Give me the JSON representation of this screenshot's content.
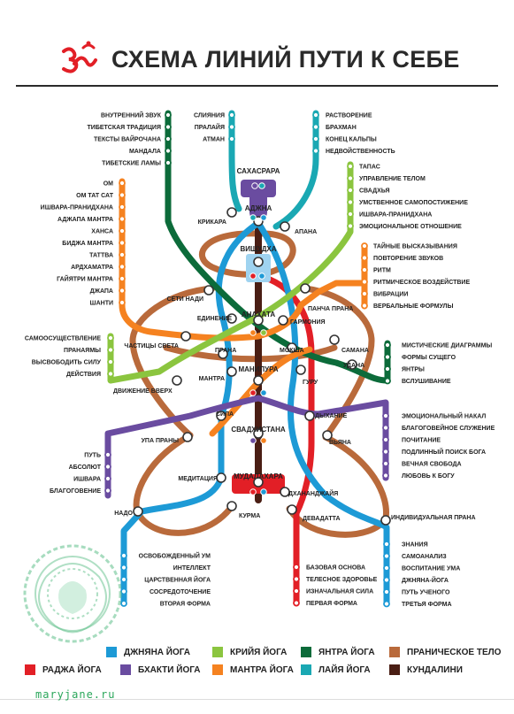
{
  "title": "СХЕМА ЛИНИЙ ПУТИ К СЕБЕ",
  "brand": "maryjane.ru",
  "colors": {
    "red": "#e21f26",
    "blue": "#1d9ad6",
    "purple": "#6a4ca0",
    "lime": "#8bc53f",
    "orange": "#f58220",
    "darkgreen": "#0c6b3a",
    "teal": "#1aa8b3",
    "brown": "#b96a3b",
    "darkbrown": "#4a1e14"
  },
  "stations": {
    "sahasrara": "САХАСРАРА",
    "adjna": "АДЖНА",
    "krikara": "КРИКАРА",
    "apana": "АПАНА",
    "vishuddha": "ВИЩУДХА",
    "seti_nadi": "СЕТИ НАДИ",
    "pancha_prana": "ПАНЧА ПРАНА",
    "edinenie": "ЕДИНЕНИЕ",
    "anahata": "АНАХАТА",
    "garmoniya": "ГАРМОНИЯ",
    "chastitsy_sveta": "ЧАСТИЦЫ СВЕТА",
    "prana": "ПРАНА",
    "moksha": "МОКША",
    "samana": "САМАНА",
    "mantra": "МАНТРА",
    "manipura": "МАНИПУРА",
    "guru": "ГУРУ",
    "udana": "УДАНА",
    "dvizhenie_vverh": "ДВИЖЕНИЕ ВВЕРХ",
    "sila": "СИЛА",
    "dyhanie": "ДЫХАНИЕ",
    "svadhistana": "СВАДХИСТАНА",
    "upa_prany": "УПА ПРАНЫ",
    "vyana": "ВЬЯНА",
    "meditatsiya": "МЕДИТАЦИЯ",
    "mudalahara": "МУДАЛАХАРА",
    "dhanandzhaya": "ДХАНАНДЖАЙЯ",
    "nado": "НАДО",
    "kurma": "КУРМА",
    "devadatta": "ДЕВАДАТТА",
    "individualnaya_prana": "ИНДИВИДУАЛЬНАЯ ПРАНА"
  },
  "branches": {
    "darkgreen_top": [
      "ВНУТРЕННИЙ ЗВУК",
      "ТИБЕТСКАЯ ТРАДИЦИЯ",
      "ТЕКСТЫ ВАЙРОЧАНА",
      "МАНДАЛА",
      "ТИБЕТСКИЕ ЛАМЫ"
    ],
    "teal_top": [
      "СЛИЯНИЯ",
      "ПРАЛАЙЯ",
      "АТМАН"
    ],
    "teal_right": [
      "РАСТВОРЕНИЕ",
      "БРАХМАН",
      "КОНЕЦ КАЛЬПЫ",
      "НЕДВОЙСТВЕННОСТЬ"
    ],
    "orange_left": [
      "ОМ",
      "ОМ ТАТ САТ",
      "ИШВАРА-ПРАНИДХАНА",
      "АДЖАПА МАНТРА",
      "ХАНСА",
      "БИДЖА МАНТРА",
      "ТАТТВА",
      "АРДХАМАТРА",
      "ГАЙЯТРИ МАНТРА",
      "ДЖАПА",
      "ШАНТИ"
    ],
    "lime_right": [
      "ТАПАС",
      "УПРАВЛЕНИЕ ТЕЛОМ",
      "СВАДХЬЯ",
      "УМСТВЕННОЕ САМОПОСТИЖЕНИЕ",
      "ИШВАРА-ПРАНИДХАНА",
      "ЭМОЦИОНАЛЬНОЕ ОТНОШЕНИЕ"
    ],
    "orange_right": [
      "ТАЙНЫЕ ВЫСКАЗЫВАНИЯ",
      "ПОВТОРЕНИЕ ЗВУКОВ",
      "РИТМ",
      "РИТМИЧЕСКОЕ ВОЗДЕЙСТВИЕ",
      "ВИБРАЦИИ",
      "ВЕРБАЛЬНЫЕ ФОРМУЛЫ"
    ],
    "lime_left": [
      "САМООСУЩЕСТВЛЕНИЕ",
      "ПРАНАЯМЫ",
      "ВЫСВОБОДИТЬ СИЛУ",
      "ДЕЙСТВИЯ"
    ],
    "darkgreen_right": [
      "МИСТИЧЕСКИЕ ДИАГРАММЫ",
      "ФОРМЫ СУЩЕГО",
      "ЯНТРЫ",
      "ВСЛУШИВАНИЕ"
    ],
    "purple_right": [
      "ЭМОЦИОНАЛЬНЫЙ НАКАЛ",
      "БЛАГОГОВЕЙНОЕ СЛУЖЕНИЕ",
      "ПОЧИТАНИЕ",
      "ПОДЛИННЫЙ ПОИСК БОГА",
      "ВЕЧНАЯ СВОБОДА",
      "ЛЮБОВЬ К БОГУ"
    ],
    "purple_left": [
      "ПУТЬ",
      "АБСОЛЮТ",
      "ИШВАРА",
      "БЛАГОГОВЕНИЕ"
    ],
    "blue_left": [
      "ОСВОБОЖДЕННЫЙ УМ",
      "ИНТЕЛЛЕКТ",
      "ЦАРСТВЕННАЯ ЙОГА",
      "СОСРЕДОТОЧЕНИЕ",
      "ВТОРАЯ ФОРМА"
    ],
    "red_bottom": [
      "БАЗОВАЯ ОСНОВА",
      "ТЕЛЕСНОЕ ЗДОРОВЬЕ",
      "ИЗНАЧАЛЬНАЯ СИЛА",
      "ПЕРВАЯ ФОРМА"
    ],
    "blue_right": [
      "ЗНАНИЯ",
      "САМОАНАЛИЗ",
      "ВОСПИТАНИЕ УМА",
      "ДЖНЯНА-ЙОГА",
      "ПУТЬ УЧЕНОГО",
      "ТРЕТЬЯ ФОРМА"
    ]
  },
  "legend": [
    {
      "label": "ДЖНЯНА ЙОГА",
      "color": "#1d9ad6"
    },
    {
      "label": "КРИЙЯ ЙОГА",
      "color": "#8bc53f"
    },
    {
      "label": "ЯНТРА ЙОГА",
      "color": "#0c6b3a"
    },
    {
      "label": "ПРАНИЧЕСКОЕ ТЕЛО",
      "color": "#b96a3b"
    },
    {
      "label": "РАДЖА ЙОГА",
      "color": "#e21f26"
    },
    {
      "label": "БХАКТИ ЙОГА",
      "color": "#6a4ca0"
    },
    {
      "label": "МАНТРА ЙОГА",
      "color": "#f58220"
    },
    {
      "label": "ЛАЙЯ ЙОГА",
      "color": "#1aa8b3"
    },
    {
      "label": "КУНДАЛИНИ",
      "color": "#4a1e14"
    }
  ]
}
